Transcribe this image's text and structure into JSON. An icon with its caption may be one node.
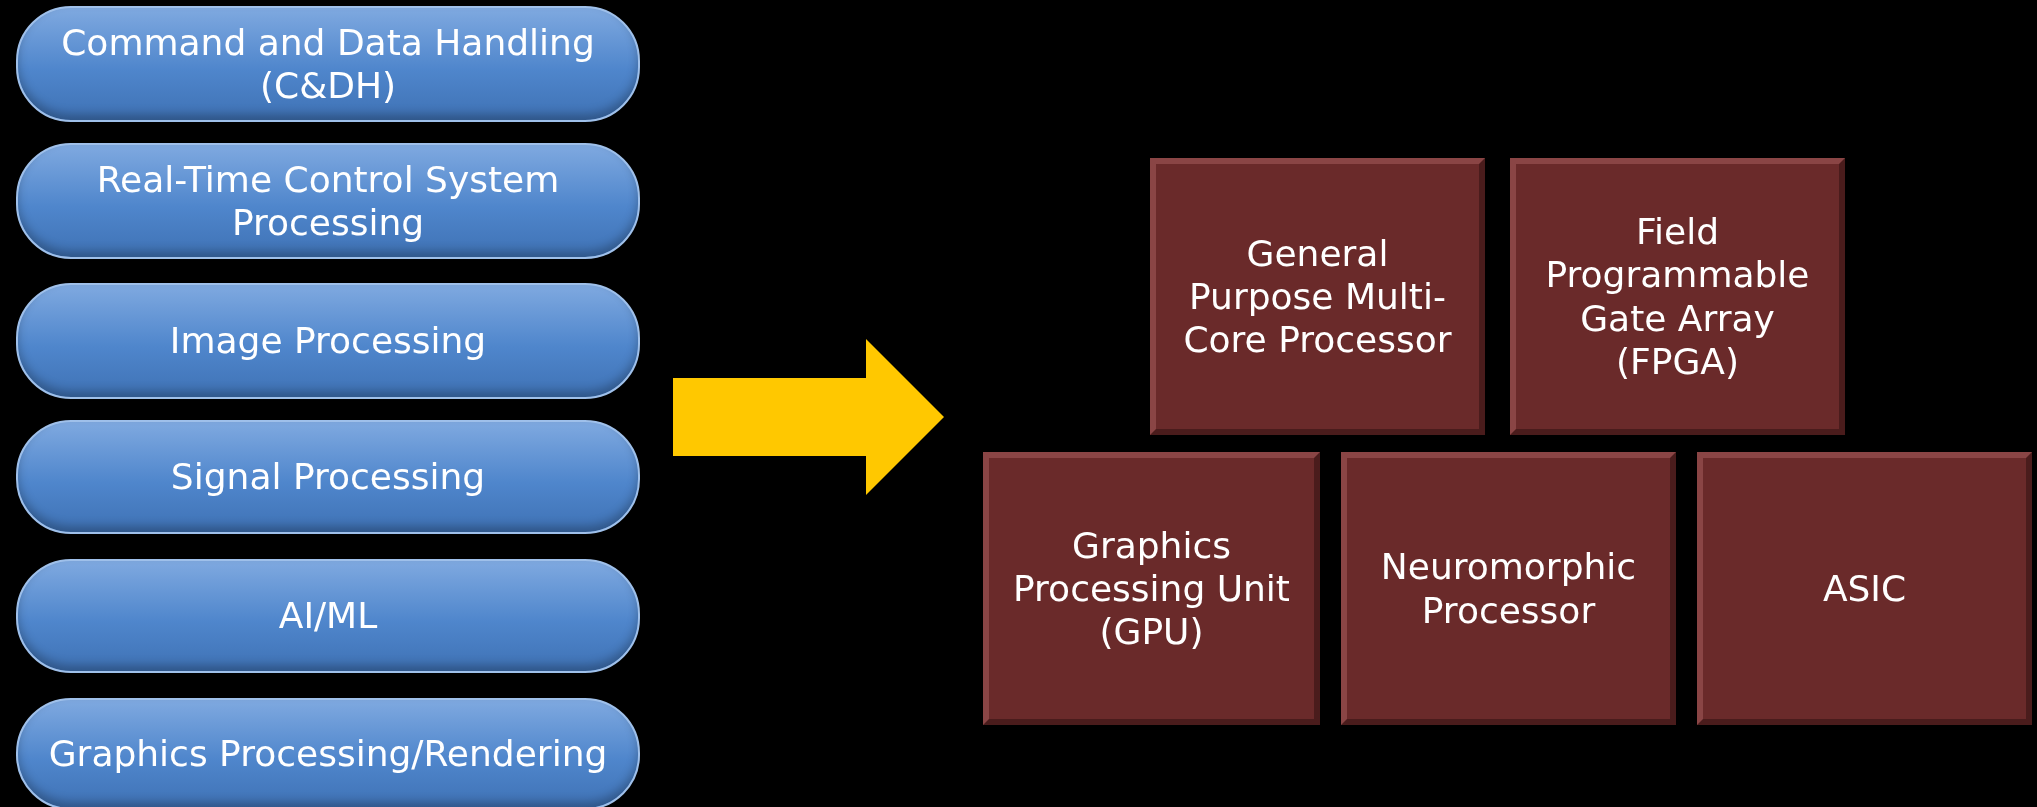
{
  "diagram": {
    "nodes": [
      {
        "text": [],
        "shape": "box"
      },
      {
        "text": [
          "Command and Data Handling (C&DH)"
        ],
        "in": 0
      },
      {
        "text": [
          "Real-Time Control System Processing"
        ],
        "in": 0
      },
      {
        "text": [
          "Image Processing"
        ],
        "in": 0
      },
      {
        "text": [
          "Signal Processing"
        ],
        "in": 0
      },
      {
        "text": [
          "AI/ML"
        ],
        "in": 0
      },
      {
        "text": [
          "Graphics Processing/Rendering"
        ],
        "in": 0
      },
      {
        "text": [],
        "shape": "box"
      },
      {
        "text": [
          "General Purpose Multi-Core Processor"
        ],
        "in": 7
      },
      {
        "text": [
          "Field Programmable Gate Array (FPGA)"
        ],
        "in": 7
      },
      {
        "text": [
          "Graphics Processing Unit (GPU)"
        ],
        "in": 7
      },
      {
        "text": [
          "Neuromorphic Processor"
        ],
        "in": 7
      },
      {
        "text": [
          "ASIC"
        ],
        "in": 7
      }
    ],
    "edges": [
      {
        "from": 0,
        "to": 7,
        "arrow": "to"
      }
    ]
  }
}
